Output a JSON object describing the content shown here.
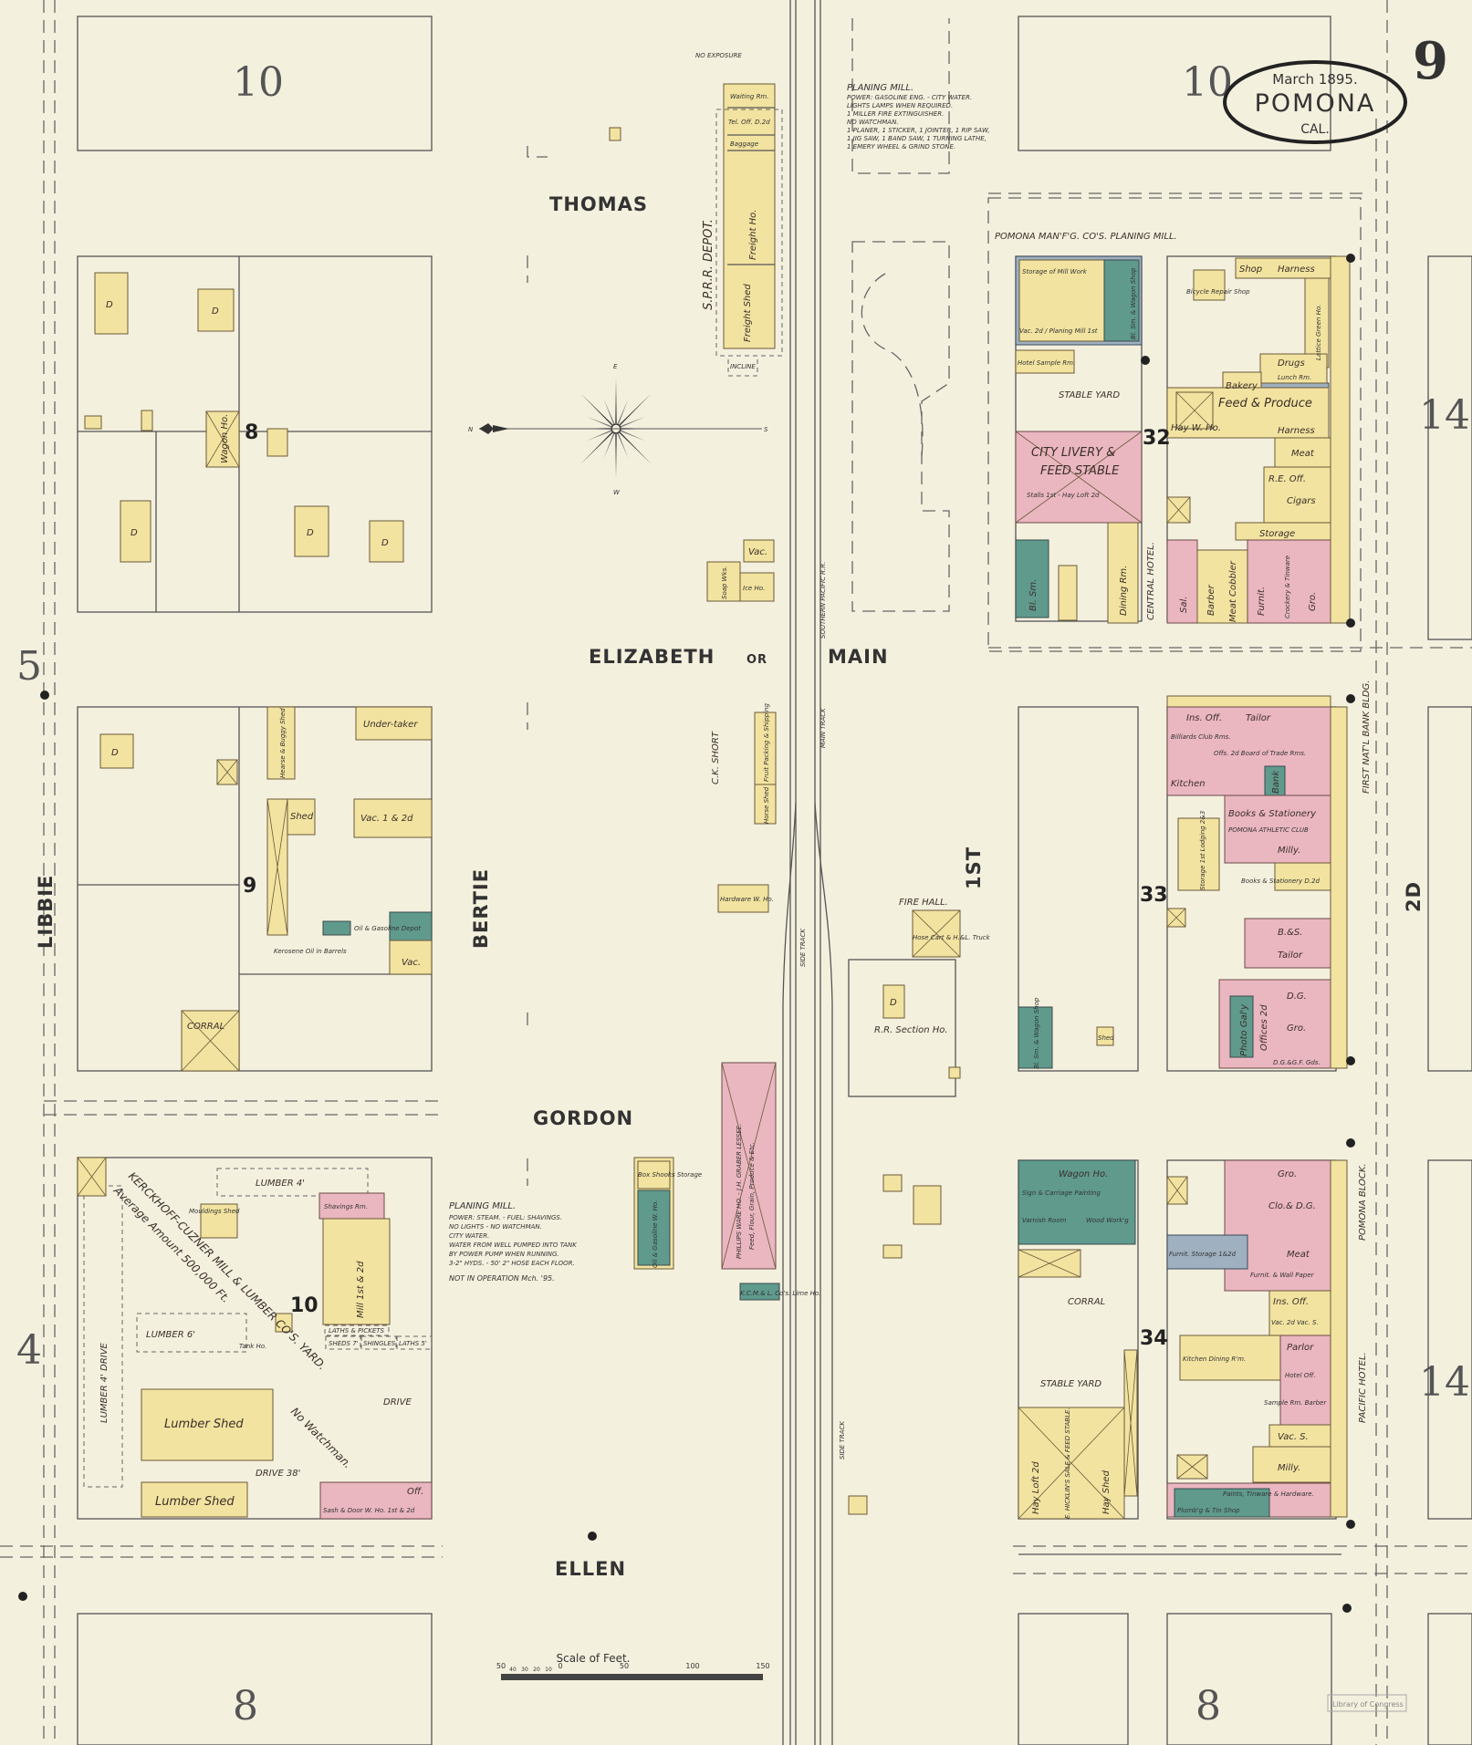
{
  "title": {
    "date": "March 1895.",
    "city": "POMONA",
    "state": "CAL.",
    "sheet": "9"
  },
  "streets": {
    "thomas": "THOMAS",
    "elizabeth": "ELIZABETH",
    "or": "OR",
    "main": "MAIN",
    "gordon": "GORDON",
    "ellen": "ELLEN",
    "bertie": "BERTIE",
    "libbie": "LIBBIE",
    "first": "1ST",
    "second": "2D"
  },
  "blocks": {
    "b8": "8",
    "b9": "9",
    "b10": "10",
    "b32": "32",
    "b33": "33",
    "b34": "34",
    "top_left": "10",
    "top_right": "10",
    "bottom_left": "8",
    "bottom_right": "8"
  },
  "margin_keys": {
    "left_5": "5",
    "left_4": "4",
    "right_14a": "14",
    "right_14b": "14"
  },
  "railroad": {
    "depot": "S.P.R.R. DEPOT.",
    "no_exposure": "NO EXPOSURE",
    "side_track": "SIDE TRACK",
    "main_track": "MAIN TRACK",
    "southern_pacific": "SOUTHERN PACIFIC R.R.",
    "incline": "INCLINE",
    "waiting": "Waiting Rm.",
    "tel_off": "Tel. Off. D.2d",
    "baggage": "Baggage",
    "freight_ho": "Freight Ho.",
    "freight_shed": "Freight Shed"
  },
  "notes": {
    "planing_mill_top": {
      "heading": "PLANING MILL.",
      "lines": [
        "POWER: GASOLINE ENG. - CITY WATER.",
        "LIGHTS LAMPS WHEN REQUIRED.",
        "1 MILLER FIRE EXTINGUISHER.",
        "NO WATCHMAN.",
        "1 PLANER, 1 STICKER, 1 JOINTER, 1 RIP SAW,",
        "1 JIG SAW, 1 BAND SAW, 1 TURNING LATHE,",
        "1 EMERY WHEEL & GRIND STONE."
      ]
    },
    "planing_mill_bottom": {
      "heading": "PLANING MILL.",
      "lines": [
        "POWER: STEAM. - FUEL: SHAVINGS.",
        "NO LIGHTS - NO WATCHMAN.",
        "CITY WATER.",
        "WATER FROM WELL PUMPED INTO TANK",
        "BY POWER PUMP WHEN RUNNING.",
        "3-2\" HYDS. - 50' 2\" HOSE EACH FLOOR."
      ],
      "status": "NOT IN OPERATION Mch. '95."
    }
  },
  "buildings": {
    "pomona_mfg": "POMONA MAN'F'G. CO'S. PLANING MILL.",
    "planing_mill": "Vac. 2d / Planing Mill 1st",
    "storage_mill_work": "Storage of Mill Work",
    "bl_sm_wagon": "Bl. Sm. & Wagon Shop",
    "hotel_sample": "Hotel Sample Rm.",
    "stable_yard": "STABLE YARD",
    "city_livery_1": "CITY LIVERY &",
    "city_livery_2": "FEED STABLE",
    "city_livery_3": "Stalls 1st - Hay Loft 2d",
    "bl_sm": "Bl. Sm.",
    "dining_rm": "Dining Rm.",
    "central_hotel": "CENTRAL HOTEL.",
    "bicycle": "Bicycle Repair Shop",
    "shop": "Shop",
    "harness": "Harness",
    "lattice_green": "Lattice Green Ho.",
    "drugs": "Drugs",
    "bakery": "Bakery",
    "lunch": "Lunch Rm.",
    "feed_produce": "Feed & Produce",
    "hay_wh": "Hay W. Ho.",
    "harness2": "Harness",
    "meat": "Meat",
    "re_off": "R.E. Off.",
    "cigars": "Cigars",
    "storage": "Storage",
    "sal": "Sal.",
    "barber": "Barber",
    "meat_cobbler": "Meat Cobbler",
    "furnit": "Furnit.",
    "crockery": "Crockery & Tinware",
    "gro": "Gro.",
    "first_natl": "FIRST NAT'L BANK BLDG.",
    "bank": "Bank",
    "offs_board": "Offs. 2d Board of Trade Rms.",
    "ins_off": "Ins. Off.",
    "billiards": "Billiards Club Rms.",
    "tailor": "Tailor",
    "kitchen": "Kitchen",
    "athletic": "POMONA ATHLETIC CLUB",
    "books": "Books & Stationery",
    "milly": "Milly.",
    "books2": "Books & Stationery D.2d",
    "bs": "B.&S.",
    "tailor2": "Tailor",
    "photo": "Photo Gal'y",
    "offices": "Offices 2d",
    "dg": "D.G.",
    "gro2": "Gro.",
    "dg_gf": "D.G.&G.F. Gds.",
    "lodging": "Storage 1st Lodging 2&3",
    "wagon_shop": "Bl. Sm. & Wagon Shop",
    "shed": "Shed",
    "fire_hall": "FIRE HALL.",
    "hose_cart": "Hose Cart & H.&L. Truck",
    "rr_section": "R.R. Section Ho.",
    "d": "D",
    "ck_short": "C.K. SHORT",
    "fruit_packing": "Fruit Packing & Shipping",
    "horse_shed": "Horse Shed",
    "hardware_wh": "Hardware W. Ho.",
    "soap_wks": "Soap Wks.",
    "ice_ho": "Ice Ho.",
    "vac": "Vac.",
    "phillips": "PHILLIPS WARE HO. - J.H. GRABER LESSEE.",
    "phillips_sub": "Feed, Flour, Grain, Produce & Etc.",
    "lime_ho": "K.C.M.& L. Co's. Lime Ho.",
    "oil_gasoline": "Oil & Gasoline W. Ho.",
    "box_shooks": "Box Shooks Storage",
    "undertaker": "Under-taker",
    "hearse": "Hearse & Buggy Shed",
    "vac_1_2": "Vac. 1 & 2d",
    "oil_depot": "Oil & Gasoline Depot",
    "kerosene": "Kerosene Oil in Barrels",
    "corral": "CORRAL",
    "wagon_ho_b8": "Wagon Ho.",
    "lumber_yard": "KERCKHOFF-CUZNER MILL & LUMBER CO'S. YARD.",
    "avg_amount": "Average Amount 500,000 Ft.",
    "no_watchman": "No Watchman.",
    "lumber_4": "LUMBER 4'",
    "lumber_6": "LUMBER 6'",
    "lumber_drive": "LUMBER 4' DRIVE",
    "drive": "DRIVE",
    "drive_38": "DRIVE 38'",
    "mouldings": "Mouldings Shed",
    "lumber_shed": "Lumber Shed",
    "lumber_shed2": "Lumber Shed",
    "mill": "Mill 1st & 2d",
    "shavings": "Shavings Rm.",
    "sash_door": "Sash & Door W. Ho. 1st & 2d",
    "off": "Off.",
    "sheds": "SHEDS 7'",
    "shingles": "SHINGLES",
    "laths": "LATHS 5'",
    "laths_pickets": "LATHS & PICKETS",
    "tank": "Tank Ho.",
    "wagon_ho_b34": "Wagon Ho.",
    "sign_carriage": "Sign & Carriage Painting",
    "varnish": "Varnish Room",
    "wood_work": "Wood Work'g",
    "corral34": "CORRAL",
    "stable_yard34": "STABLE YARD",
    "hicklin": "E. HICKLIN'S SALE & FEED STABLE.",
    "hay_loft": "Hay Loft 2d",
    "hay_shed": "Hay Shed",
    "gro34": "Gro.",
    "clo_dg": "Clo.& D.G.",
    "meat34": "Meat",
    "furnit_wall": "Furnit. & Wall Paper",
    "furnit_storage": "Furnit. Storage 1&2d",
    "ins_off34": "Ins. Off.",
    "vac_2d": "Vac. 2d Vac. S.",
    "kitchen_dining": "Kitchen Dining R'm.",
    "parlor": "Parlor",
    "hotel_off": "Hotel Off.",
    "sample_barber": "Sample Rm. Barber",
    "vac_s": "Vac. S.",
    "milly34": "Milly.",
    "paints": "Paints, Tinware & Hardware.",
    "plumbing": "Plumb'g & Tin Shop",
    "pomona_block": "POMONA BLOCK.",
    "pacific_hotel": "PACIFIC HOTEL."
  },
  "compass": {
    "n": "N",
    "s": "S",
    "e": "E",
    "w": "W"
  },
  "scale": {
    "title": "Scale of Feet.",
    "ticks": [
      "50",
      "40",
      "30",
      "20",
      "10",
      "0",
      "50",
      "100",
      "150"
    ]
  },
  "stamp": "Library of Congress",
  "colors": {
    "paper": "#f4f0de",
    "frame": "#f2e3a0",
    "brick": "#eab6c0",
    "stone": "#5f9a8d",
    "iron": "#9fb0c0"
  }
}
